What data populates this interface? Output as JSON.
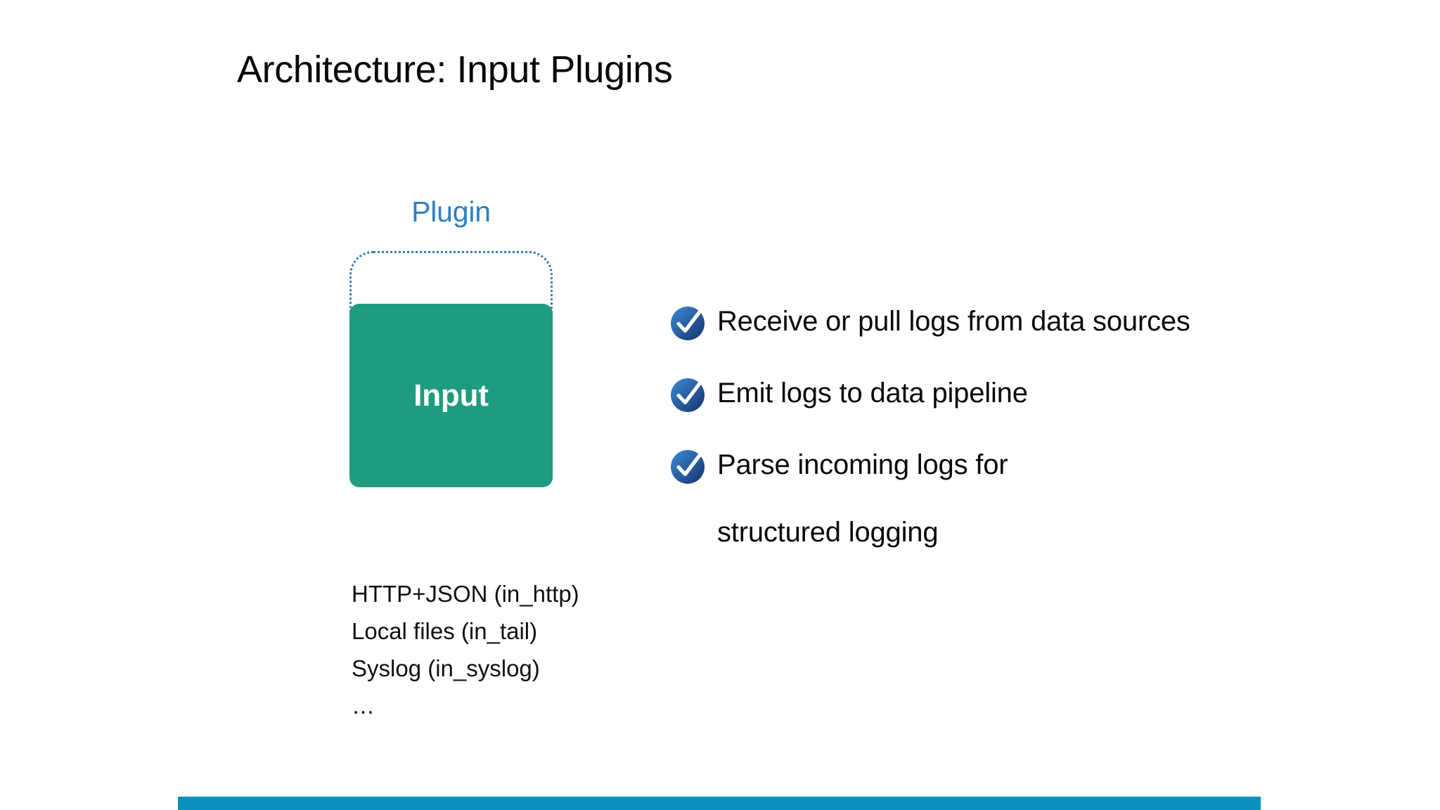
{
  "slide": {
    "title": "Architecture: Input Plugins",
    "background_color": "#ffffff"
  },
  "diagram": {
    "plugin_label": "Plugin",
    "plugin_label_color": "#2e80c2",
    "dotted_box_color": "#2e7cbe",
    "block": {
      "label": "Input",
      "fill_color": "#1f9c80",
      "text_color": "#ffffff"
    },
    "examples": [
      "HTTP+JSON (in_http)",
      "Local files (in_tail)",
      "Syslog (in_syslog)",
      "…"
    ]
  },
  "bullets": {
    "icon": "check-circle-icon",
    "icon_color_light": "#3b8ed4",
    "icon_color_dark": "#16306f",
    "items": [
      {
        "text": "Receive or pull logs from data sources",
        "wrapped": ""
      },
      {
        "text": "Emit logs to data pipeline",
        "wrapped": ""
      },
      {
        "text": "Parse incoming logs for",
        "wrapped": "structured logging"
      }
    ]
  },
  "footer": {
    "accent_bar_color": "#0b90bb"
  }
}
